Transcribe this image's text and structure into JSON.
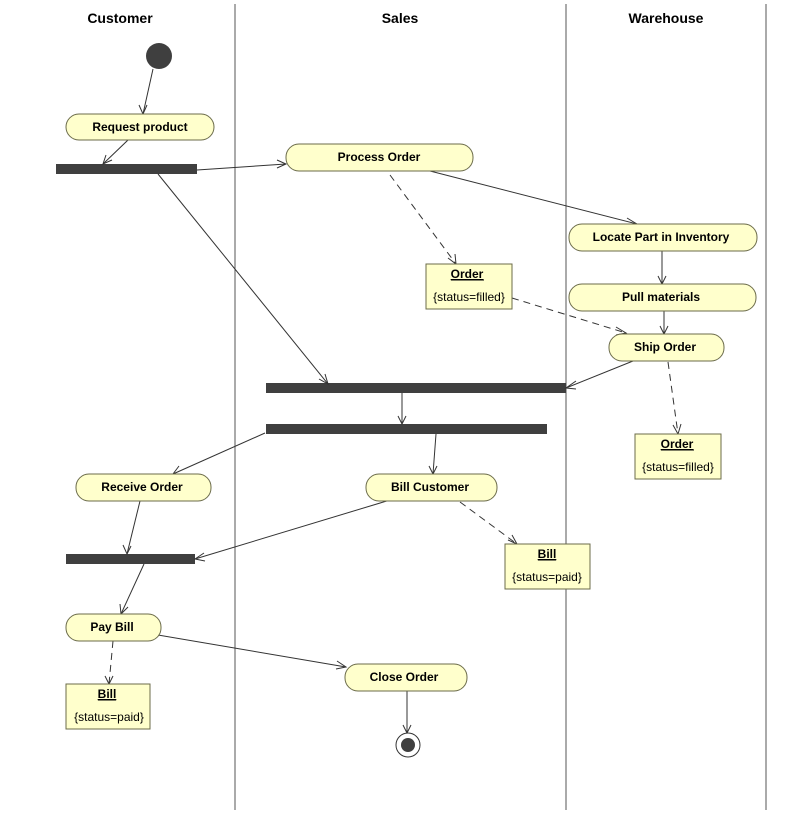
{
  "swimlanes": {
    "customer": "Customer",
    "sales": "Sales",
    "warehouse": "Warehouse"
  },
  "activities": {
    "request_product": "Request product",
    "process_order": "Process Order",
    "locate_part": "Locate Part in Inventory",
    "pull_materials": "Pull materials",
    "ship_order": "Ship Order",
    "receive_order": "Receive Order",
    "bill_customer": "Bill Customer",
    "pay_bill": "Pay Bill",
    "close_order": "Close Order"
  },
  "objects": {
    "order_sales": {
      "name": "Order",
      "state": "{status=filled}"
    },
    "order_warehouse": {
      "name": "Order",
      "state": "{status=filled}"
    },
    "bill_sales": {
      "name": "Bill",
      "state": "{status=paid}"
    },
    "bill_customer": {
      "name": "Bill",
      "state": "{status=paid}"
    }
  }
}
